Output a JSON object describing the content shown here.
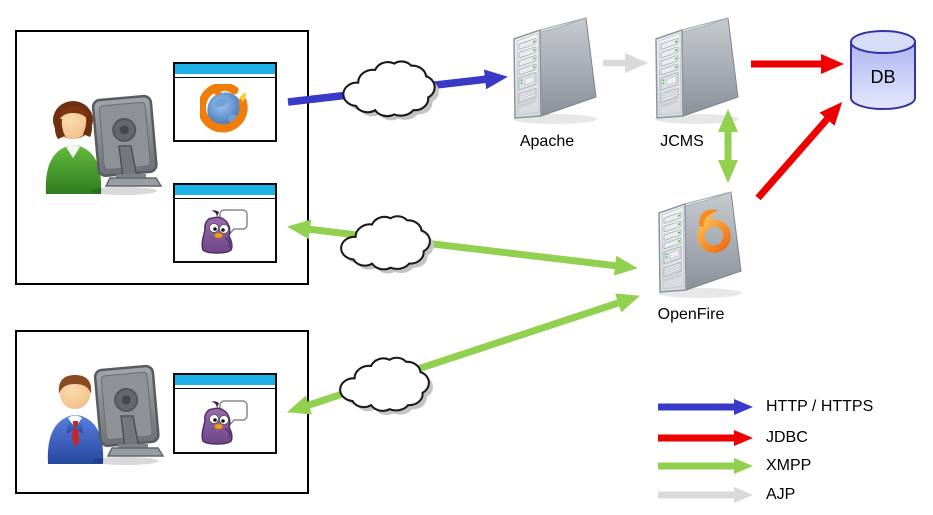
{
  "users": [
    {
      "id": "user-1",
      "icon": "woman-at-computer-icon",
      "windows": [
        {
          "icon": "firefox-browser-icon",
          "kind": "browser-window"
        },
        {
          "icon": "pidgin-chat-icon",
          "kind": "chat-window"
        }
      ]
    },
    {
      "id": "user-2",
      "icon": "man-at-computer-icon",
      "windows": [
        {
          "icon": "pidgin-chat-icon",
          "kind": "chat-window"
        }
      ]
    }
  ],
  "servers": [
    {
      "id": "apache",
      "label": "Apache",
      "icon": "server-tower-icon"
    },
    {
      "id": "jcms",
      "label": "JCMS",
      "icon": "server-tower-icon"
    },
    {
      "id": "openfire",
      "label": "OpenFire",
      "icon": "server-tower-icon",
      "logo": "openfire-flame-logo"
    }
  ],
  "database": {
    "label": "DB",
    "icon": "database-cylinder-icon"
  },
  "clouds": [
    {
      "icon": "network-cloud-icon"
    },
    {
      "icon": "network-cloud-icon"
    },
    {
      "icon": "network-cloud-icon"
    }
  ],
  "legend": {
    "items": [
      {
        "label": "HTTP / HTTPS",
        "color": "#3A3AC8"
      },
      {
        "label": "JDBC",
        "color": "#EE0000"
      },
      {
        "label": "XMPP",
        "color": "#92D050"
      },
      {
        "label": "AJP",
        "color": "#D9D9D9"
      }
    ]
  },
  "connections": [
    {
      "from": "user-1-browser",
      "to": "Apache",
      "protocol": "HTTP / HTTPS",
      "via": "cloud",
      "direction": "one-way"
    },
    {
      "from": "Apache",
      "to": "JCMS",
      "protocol": "AJP",
      "direction": "one-way"
    },
    {
      "from": "JCMS",
      "to": "DB",
      "protocol": "JDBC",
      "direction": "one-way"
    },
    {
      "from": "JCMS",
      "to": "OpenFire",
      "protocol": "XMPP",
      "direction": "two-way"
    },
    {
      "from": "OpenFire",
      "to": "DB",
      "protocol": "JDBC",
      "direction": "one-way"
    },
    {
      "from": "user-1-chat",
      "to": "OpenFire",
      "protocol": "XMPP",
      "via": "cloud",
      "direction": "two-way"
    },
    {
      "from": "user-2-chat",
      "to": "OpenFire",
      "protocol": "XMPP",
      "via": "cloud",
      "direction": "two-way"
    }
  ],
  "colors": {
    "window_titlebar": "#1FB0E6",
    "box_border": "#000000",
    "db_fill": "#C5CBF6",
    "db_stroke": "#3434A8"
  }
}
